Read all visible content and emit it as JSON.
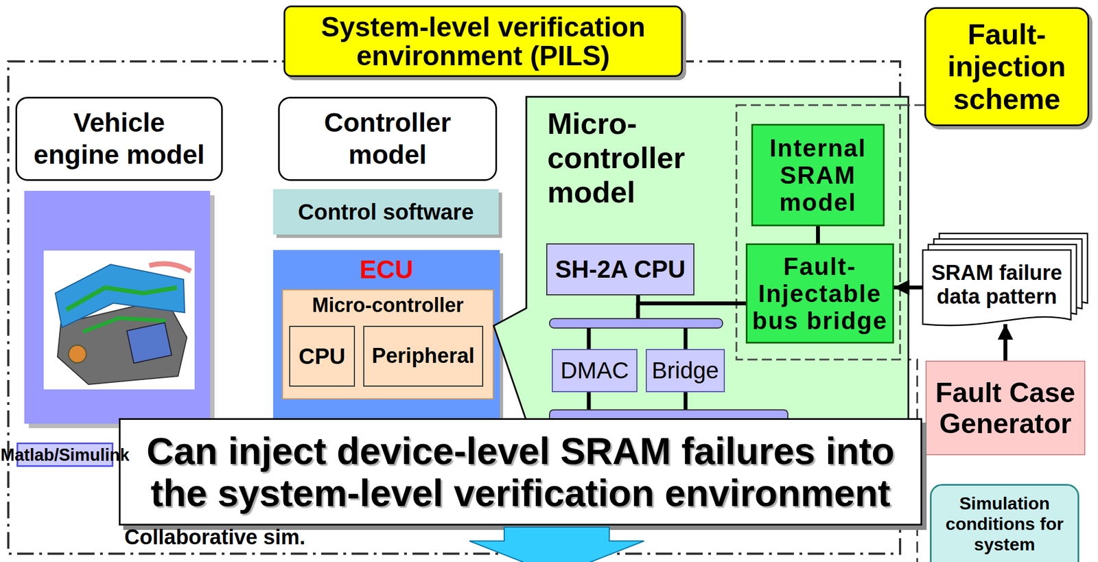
{
  "diagram": {
    "nodes": [
      {
        "text": [
          "System-level verification environment (PILS)"
        ]
      },
      {
        "text": [
          "Vehicle engine model"
        ],
        "in": 0
      },
      {
        "text": [
          "Matlab/Simulink"
        ],
        "in": 0
      },
      {
        "text": [
          "Controller model"
        ],
        "in": 0
      },
      {
        "text": [
          "Control software"
        ],
        "in": 0
      },
      {
        "text": [
          "ECU"
        ],
        "in": 0
      },
      {
        "text": [
          "Micro-controller"
        ],
        "in": 5
      },
      {
        "text": [
          "CPU"
        ],
        "in": 6
      },
      {
        "text": [
          "Peripheral"
        ],
        "in": 6
      },
      {
        "text": [
          "Micro- controller model"
        ],
        "in": 0
      },
      {
        "text": [
          "SH-2A CPU"
        ],
        "in": 9
      },
      {
        "text": [
          "DMAC"
        ],
        "in": 9
      },
      {
        "text": [
          "Bridge"
        ],
        "in": 9
      },
      {
        "text": [
          "Internal SRAM model"
        ],
        "in": 9
      },
      {
        "text": [
          "Fault- Injectable bus bridge"
        ],
        "in": 9
      },
      {
        "text": [
          "Fault- injection scheme"
        ]
      },
      {
        "text": [
          "SRAM failure data pattern"
        ]
      },
      {
        "text": [
          "Fault Case Generator"
        ]
      },
      {
        "text": [
          "Simulation conditions for system"
        ]
      },
      {
        "text": [
          "Can inject device-level SRAM failures into the system-level verification environment"
        ]
      }
    ],
    "edges": [
      {
        "from": 10,
        "to": 14,
        "arrow": "none"
      },
      {
        "from": 13,
        "to": 14,
        "arrow": "none"
      },
      {
        "from": 16,
        "to": 14,
        "arrow": "to"
      },
      {
        "from": 17,
        "to": 16,
        "arrow": "to"
      }
    ],
    "labels": [
      "Collaborative sim."
    ]
  }
}
